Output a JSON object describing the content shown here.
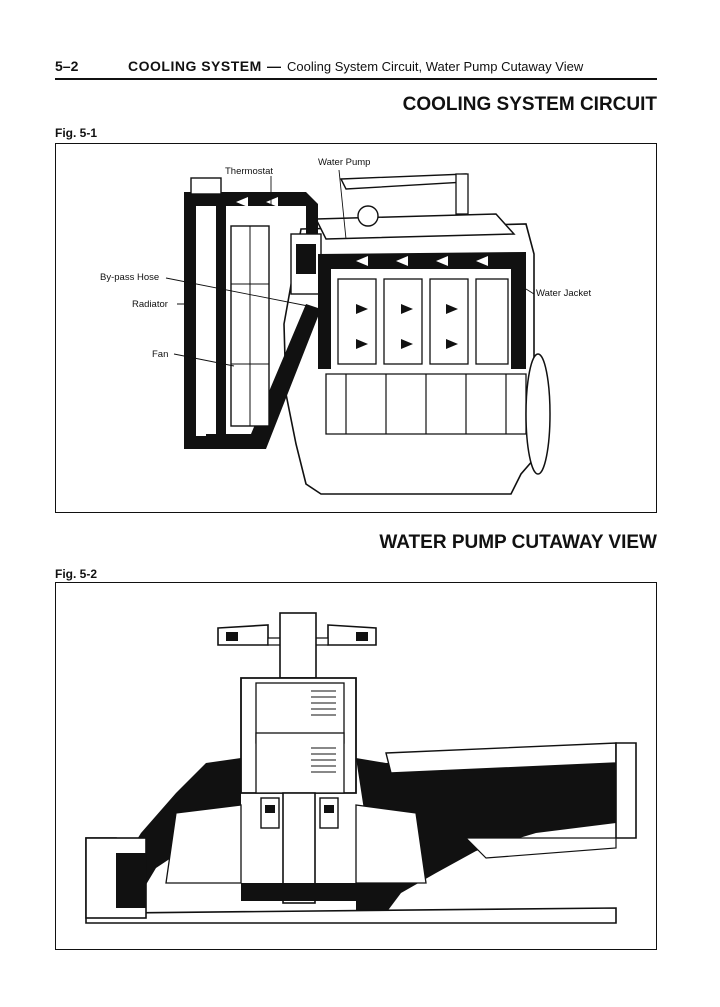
{
  "header": {
    "page_number": "5–2",
    "section": "COOLING SYSTEM",
    "dash": "—",
    "subtitle": "Cooling System Circuit, Water Pump Cutaway View"
  },
  "section1": {
    "title": "COOLING SYSTEM CIRCUIT",
    "figure_label": "Fig. 5-1",
    "labels": {
      "water_pump": "Water Pump",
      "thermostat": "Thermostat",
      "bypass_hose": "By-pass Hose",
      "radiator": "Radiator",
      "fan": "Fan",
      "water_jacket": "Water Jacket"
    }
  },
  "section2": {
    "title": "WATER PUMP CUTAWAY VIEW",
    "figure_label": "Fig. 5-2"
  }
}
